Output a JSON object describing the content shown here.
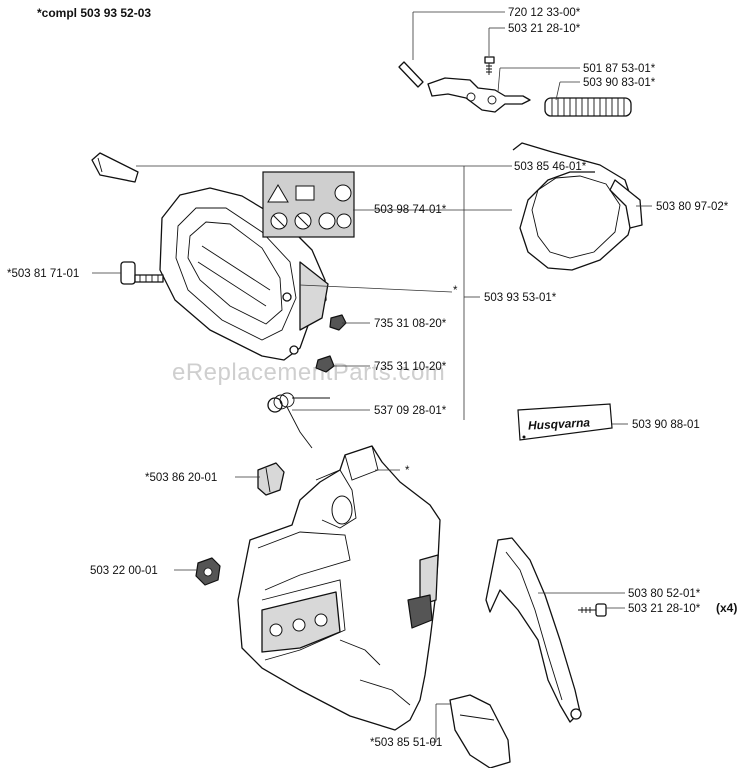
{
  "header": {
    "compl_label": "*compl 503 93 52-03"
  },
  "watermark": "eReplacementParts.com",
  "labels": {
    "p1": "720 12 33-00*",
    "p2": "503 21 28-10*",
    "p3": "501 87 53-01*",
    "p4": "503 90 83-01*",
    "p5": "503 85 46-01*",
    "p6": "503 98 74-01*",
    "p7": "503 80 97-02*",
    "p8": "*503 81 71-01",
    "p9": "503 93 53-01*",
    "p10": "735 31 08-20*",
    "p11": "735 31 10-20*",
    "p12": "537 09 28-01*",
    "p13": "503 90 88-01",
    "p14": "*503 86 20-01",
    "p15": "503 22 00-01",
    "p16": "503 80 52-01*",
    "p17": "503 21 28-10*",
    "p17_qty": "(x4)",
    "p18": "*503 85 51-01",
    "asterisk_a": "*",
    "asterisk_b": "*"
  },
  "plate_brand": "Husqvarna"
}
